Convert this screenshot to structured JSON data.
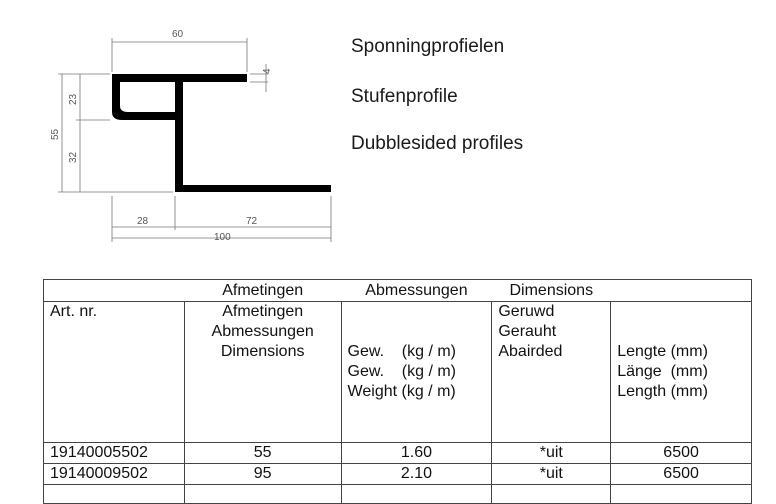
{
  "drawing": {
    "dimensions": {
      "top_width": "60",
      "lip_height": "4",
      "left_upper": "23",
      "left_total": "55",
      "left_lower": "32",
      "bottom_left": "28",
      "bottom_right": "72",
      "bottom_total": "100"
    }
  },
  "titles": [
    "Sponningprofielen",
    "Stufenprofile",
    "Dubblesided profiles"
  ],
  "table": {
    "group_headers": [
      "Afmetingen",
      "Abmessungen",
      "Dimensions"
    ],
    "columns": [
      {
        "lines": [
          "Art. nr."
        ]
      },
      {
        "lines": [
          "Afmetingen",
          "Abmessungen",
          "Dimensions"
        ]
      },
      {
        "lines": [
          "Gew.    (kg / m)",
          "Gew.    (kg / m)",
          "Weight (kg / m)"
        ]
      },
      {
        "lines": [
          "Geruwd",
          "Gerauht",
          "Abairded"
        ]
      },
      {
        "lines": [
          "Lengte (mm)",
          "Länge  (mm)",
          "Length (mm)"
        ]
      }
    ],
    "rows": [
      {
        "art_nr": "19140005502",
        "dimension": "55",
        "weight": "1.60",
        "finish": "*uit",
        "length": "6500"
      },
      {
        "art_nr": "19140009502",
        "dimension": "95",
        "weight": "2.10",
        "finish": "*uit",
        "length": "6500"
      }
    ]
  }
}
